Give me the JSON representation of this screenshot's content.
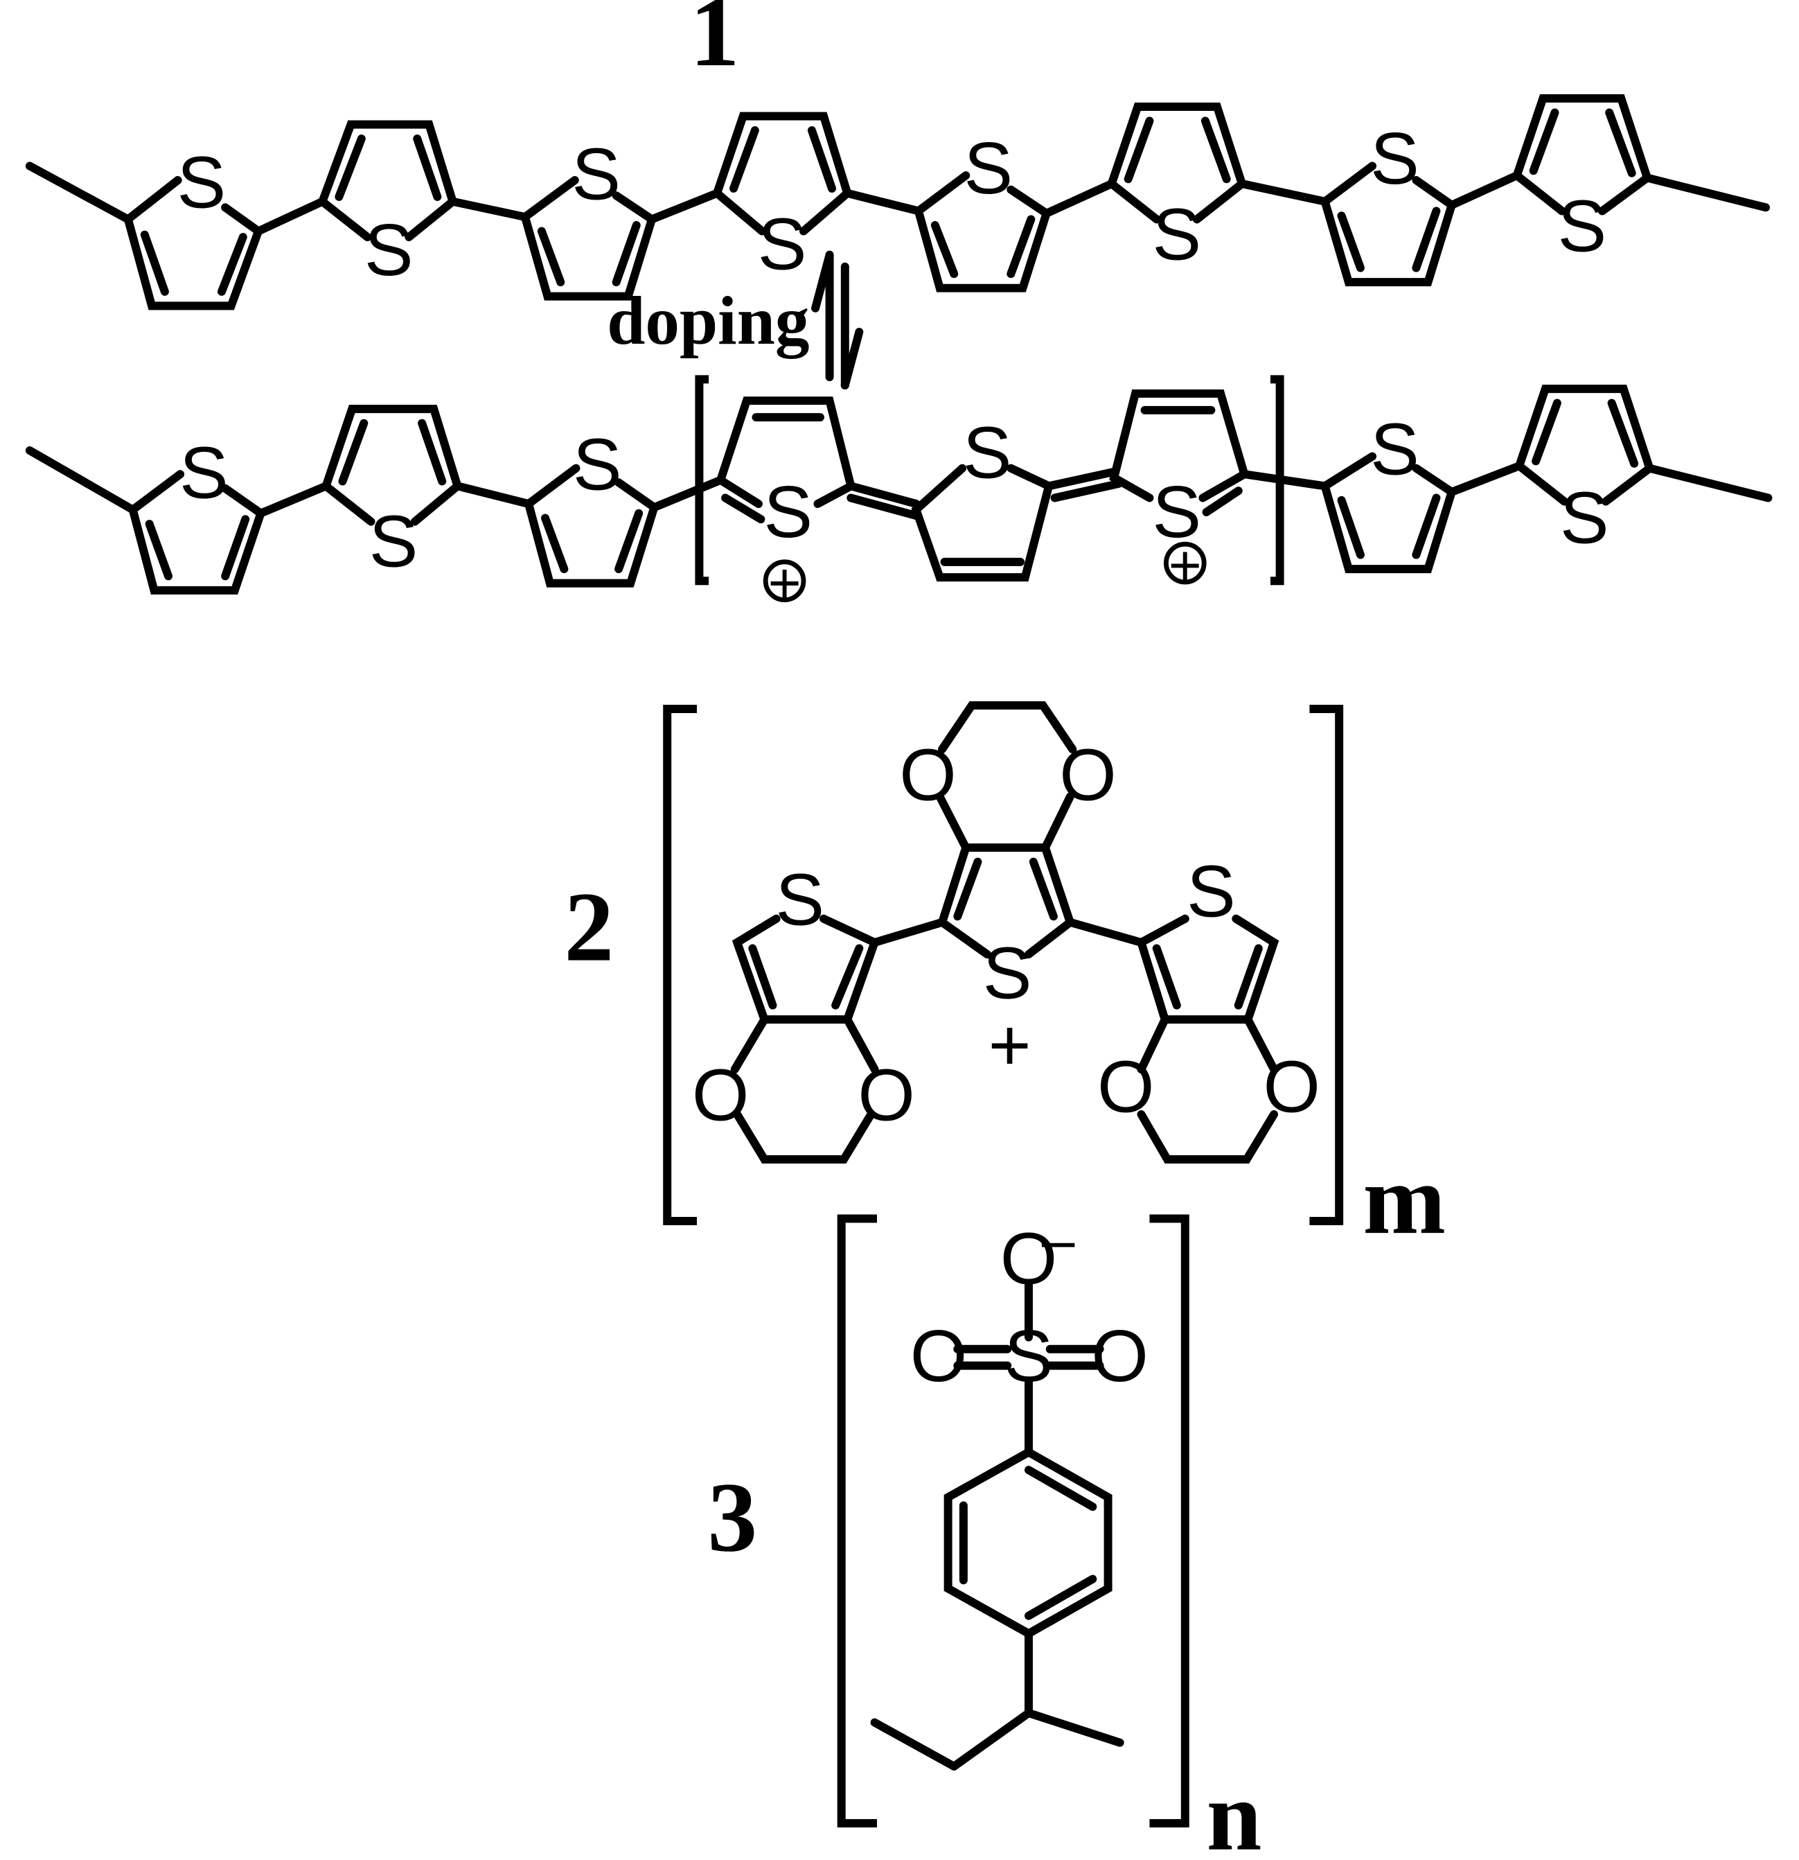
{
  "labels": {
    "compound_1": "1",
    "compound_2": "2",
    "compound_3": "3",
    "doping": "doping",
    "repeat_m": "m",
    "repeat_n": "n",
    "plus": "+"
  },
  "atoms": {
    "sulfur": "S",
    "oxygen": "O",
    "positive_charge": "+",
    "negative_charge": "–"
  },
  "colors": {
    "ink": "#000000",
    "background": "#ffffff"
  }
}
